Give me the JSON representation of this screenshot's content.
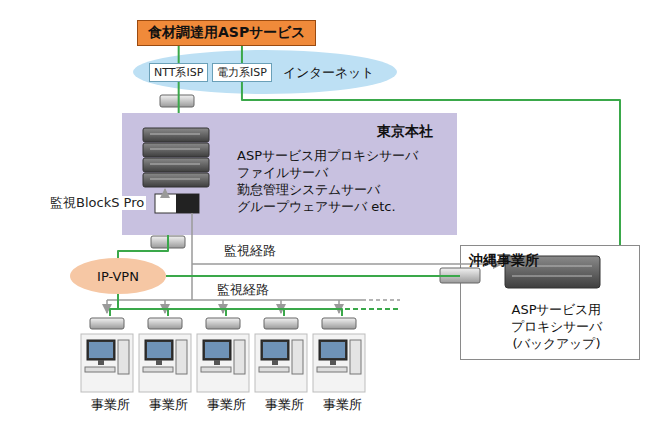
{
  "diagram": {
    "nodes": [
      {
        "text": [
          "食材調達用ASPサービス"
        ]
      },
      {
        "text": [
          "インターネット"
        ]
      },
      {
        "text": [
          "NTT系ISP"
        ],
        "in": 1
      },
      {
        "text": [
          "電力系ISP"
        ],
        "in": 1
      },
      {
        "text": [
          "東京本社",
          "ASPサービス用プロキシサーバ ファイルサーバ 勤怠管理システムサーバ グループウェアサーバ etc."
        ]
      },
      {
        "text": [
          "IP-VPN"
        ]
      },
      {
        "text": [
          "沖縄事業所",
          "ASPサービス用 プロキシサーバ (バックアップ)"
        ]
      },
      {
        "text": [
          "事業所"
        ]
      },
      {
        "text": [
          "事業所"
        ]
      },
      {
        "text": [
          "事業所"
        ]
      },
      {
        "text": [
          "事業所"
        ]
      },
      {
        "text": [
          "事業所"
        ]
      }
    ],
    "edges": [
      {
        "from": 0,
        "to": 2,
        "arrow": "none"
      },
      {
        "from": 0,
        "to": 3,
        "arrow": "none"
      },
      {
        "from": 2,
        "to": 4,
        "arrow": "none"
      },
      {
        "from": 3,
        "to": 6,
        "arrow": "none"
      },
      {
        "from": 4,
        "to": 5,
        "arrow": "none"
      },
      {
        "from": 5,
        "to": 6,
        "arrow": "none"
      },
      {
        "from": 5,
        "to": 7,
        "arrow": "none"
      },
      {
        "from": 5,
        "to": 8,
        "arrow": "none"
      },
      {
        "from": 5,
        "to": 9,
        "arrow": "none"
      },
      {
        "from": 5,
        "to": 10,
        "arrow": "none"
      },
      {
        "from": 5,
        "to": 11,
        "arrow": "none"
      }
    ],
    "labels": [
      "監視BlockS Pro",
      "監視経路",
      "監視経路"
    ]
  }
}
